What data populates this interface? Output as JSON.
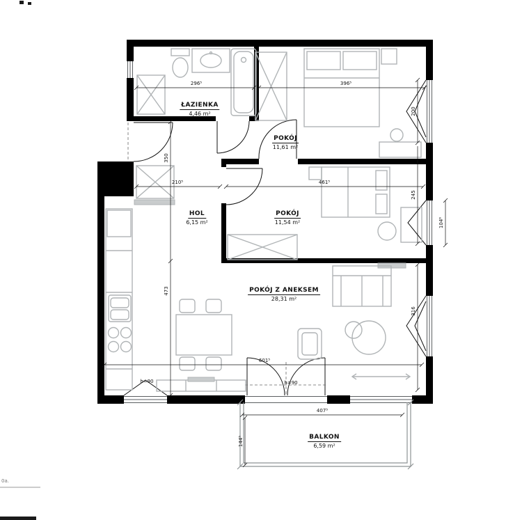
{
  "plan": {
    "background": "#ffffff",
    "wall_color": "#000000",
    "furniture_color": "#b0b4b6",
    "rooms": [
      {
        "id": "lazienka",
        "name": "ŁAZIENKA",
        "area": "4,46 m²"
      },
      {
        "id": "pokoj1",
        "name": "POKÓJ",
        "area": "11,61 m²"
      },
      {
        "id": "hol",
        "name": "HOL",
        "area": "6,15 m²"
      },
      {
        "id": "pokoj2",
        "name": "POKÓJ",
        "area": "11,54 m²"
      },
      {
        "id": "pokoj_z_aneksem",
        "name": "POKÓJ Z ANEKSEM",
        "area": "28,31 m²"
      },
      {
        "id": "balkon",
        "name": "BALKON",
        "area": "6,59 m²"
      }
    ],
    "dimensions": {
      "bath_width": "296⁵",
      "room1_width": "396⁵",
      "hol_width": "210⁵",
      "room2_width": "461⁵",
      "living_width": "601⁵",
      "balcony_width": "407⁵",
      "balcony_depth": "144⁵",
      "right_window_top": "200",
      "right_mid": "245",
      "right_window_mid": "104⁶",
      "right_bottom": "316",
      "left_upper": "350",
      "left_lower": "473",
      "sill_left": "h=90",
      "sill_balcony": "h=90"
    },
    "corner_note": "0a."
  }
}
